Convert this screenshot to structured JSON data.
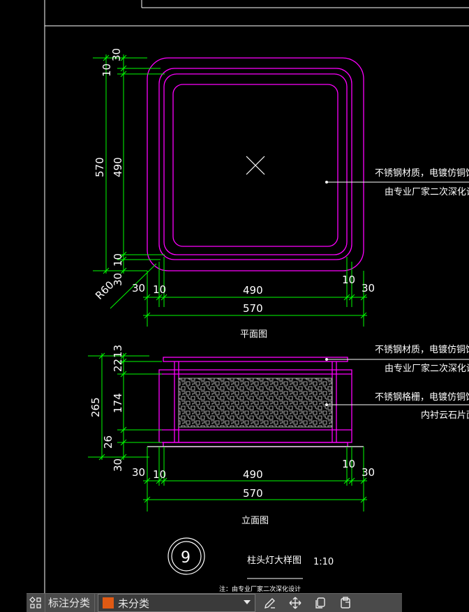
{
  "plan": {
    "dim_top_30": "30",
    "dim_top_10": "10",
    "dim_570": "570",
    "dim_490": "490",
    "dim_bot_10": "10",
    "dim_bot_30": "30",
    "radius": "R60",
    "bottom_30_left": "30",
    "bottom_10_left": "10",
    "bottom_490": "490",
    "bottom_10_right": "10",
    "bottom_30_right": "30",
    "bottom_570": "570",
    "note_line1": "不锈钢材质，电镀仿铜饰",
    "note_line2": "由专业厂家二次深化设",
    "title": "平面图"
  },
  "elevation": {
    "dim_13": "13",
    "dim_22": "22",
    "dim_265": "265",
    "dim_174": "174",
    "dim_26": "26",
    "dim_30": "30",
    "bottom_30_left": "30",
    "bottom_10_left": "10",
    "bottom_490": "490",
    "bottom_10_right": "10",
    "bottom_30_right": "30",
    "bottom_570": "570",
    "note1_line1": "不锈钢材质，电镀仿铜饰",
    "note1_line2": "由专业厂家二次深化设",
    "note2_line1": "不锈钢格栅，电镀仿铜饰",
    "note2_line2": "内衬云石片面",
    "title": "立面图"
  },
  "detail": {
    "number": "9",
    "title": "柱头灯大样图",
    "scale": "1:10",
    "footnote": "注：由专业厂家二次深化设计"
  },
  "toolbar": {
    "label": "标注分类",
    "select_value": "未分类",
    "swatch_color": "#e05a14",
    "icons": [
      "dimension-category-icon",
      "edit-icon",
      "move-icon",
      "copy-icon",
      "paste-icon"
    ]
  },
  "colors": {
    "dimension": "#00ff00",
    "outline": "#ff00ff",
    "text": "#ffffff",
    "background": "#000000"
  }
}
